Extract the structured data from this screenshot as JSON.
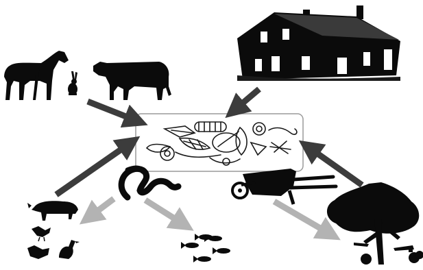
{
  "diagram": {
    "colors": {
      "background": "#ffffff",
      "silhouette": "#0b0b0b",
      "arrow_dark": "#3c3c3c",
      "arrow_light": "#b3b3b3",
      "box_border": "#9a9a9a",
      "box_fill": "#ffffff",
      "compost_line": "#1a1a1a"
    },
    "nodes": [
      {
        "id": "horse",
        "icon": "horse-icon"
      },
      {
        "id": "rabbit",
        "icon": "rabbit-icon"
      },
      {
        "id": "cow",
        "icon": "cow-icon"
      },
      {
        "id": "barn",
        "icon": "barn-icon"
      },
      {
        "id": "compost",
        "icon": "compost-scraps-icon"
      },
      {
        "id": "pig",
        "icon": "pig-icon"
      },
      {
        "id": "poultry",
        "icon": "chicken-duck-icon"
      },
      {
        "id": "earthworm",
        "icon": "earthworm-icon"
      },
      {
        "id": "fish",
        "icon": "fish-icon"
      },
      {
        "id": "wheelbarrow",
        "icon": "wheelbarrow-icon"
      },
      {
        "id": "fruit-tree",
        "icon": "fruit-tree-icon"
      }
    ],
    "edges": [
      {
        "from": "cow",
        "to": "compost",
        "style": "dark"
      },
      {
        "from": "barn",
        "to": "compost",
        "style": "dark"
      },
      {
        "from": "pig",
        "to": "compost",
        "style": "dark"
      },
      {
        "from": "fruit-tree",
        "to": "compost",
        "style": "dark"
      },
      {
        "from": "earthworm",
        "to": "poultry",
        "style": "light"
      },
      {
        "from": "earthworm",
        "to": "fish",
        "style": "light"
      },
      {
        "from": "wheelbarrow",
        "to": "fruit-tree",
        "style": "light"
      }
    ]
  }
}
